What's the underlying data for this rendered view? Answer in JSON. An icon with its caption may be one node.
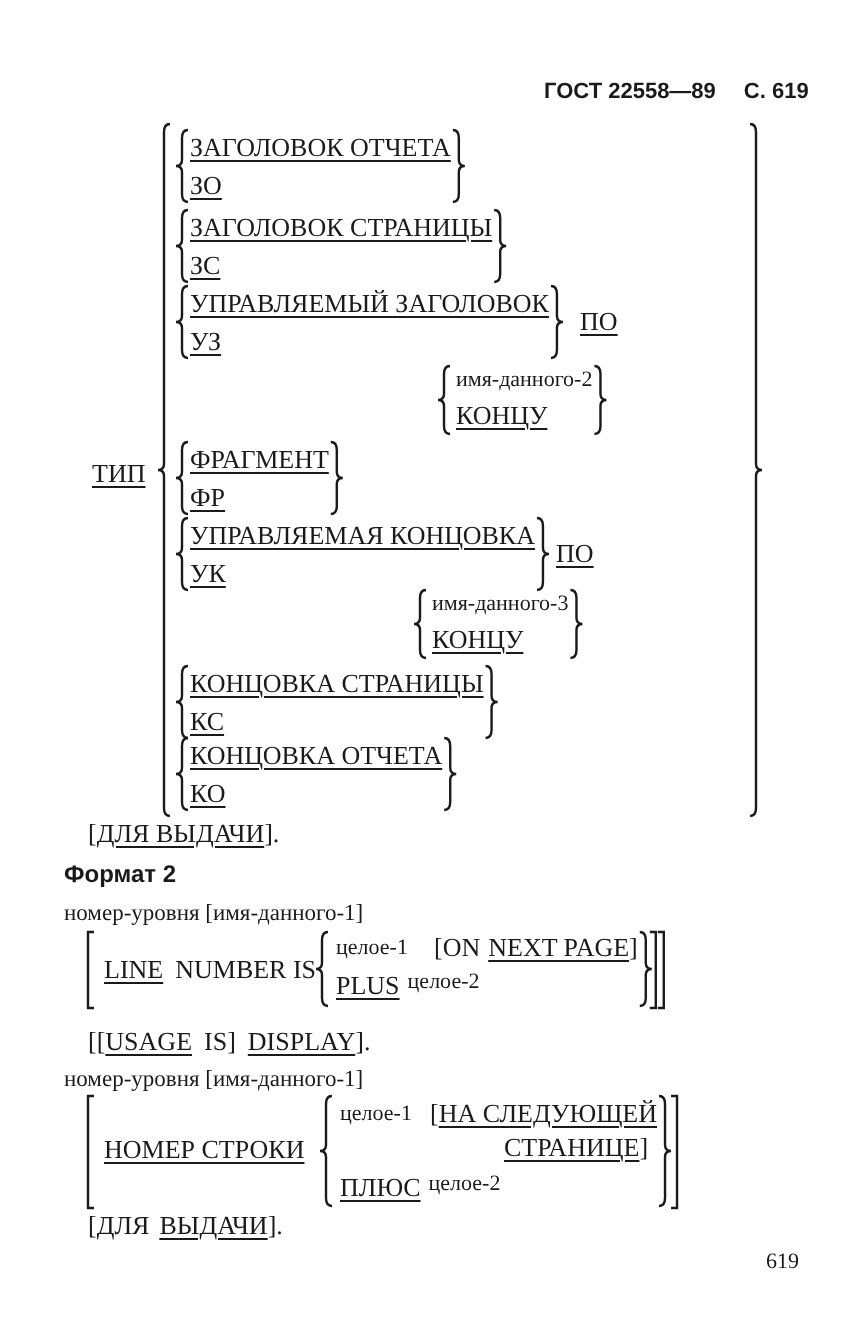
{
  "diagram": {
    "labels": [
      "ГОСТ 22558—89",
      "С. 619",
      "ЗАГОЛОВОК ОТЧЕТА",
      "ЗО",
      "ЗАГОЛОВОК СТРАНИЦЫ",
      "ЗС",
      "УПРАВЛЯЕМЫЙ ЗАГОЛОВОК",
      "УЗ",
      "ПО",
      "имя-данного-2",
      "КОНЦУ",
      "ТИП",
      "ФРАГМЕНТ",
      "ФР",
      "УПРАВЛЯЕМАЯ КОНЦОВКА",
      "УК",
      "ПО",
      "имя-данного-3",
      "КОНЦУ",
      "КОНЦОВКА СТРАНИЦЫ",
      "КС",
      "КОНЦОВКА ОТЧЕТА",
      "КО",
      "[",
      "ДЛЯ ВЫДАЧИ",
      "].",
      "Формат 2",
      "номер-уровня [имя-данного-1]",
      "LINE",
      "NUMBER IS",
      "целое-1",
      "[ON",
      "NEXT PAGE",
      "]",
      "PLUS",
      "целое-2",
      "[[",
      "USAGE",
      "IS]",
      "DISPLAY",
      "].",
      "номер-уровня [имя-данного-1]",
      "НОМЕР СТРОКИ",
      "целое-1",
      "[",
      "НА СЛЕДУЮЩЕЙ",
      "СТРАНИЦЕ",
      "]",
      "ПЛЮС",
      "целое-2",
      "[ДЛЯ",
      "ВЫДАЧИ",
      "].",
      "619"
    ]
  }
}
